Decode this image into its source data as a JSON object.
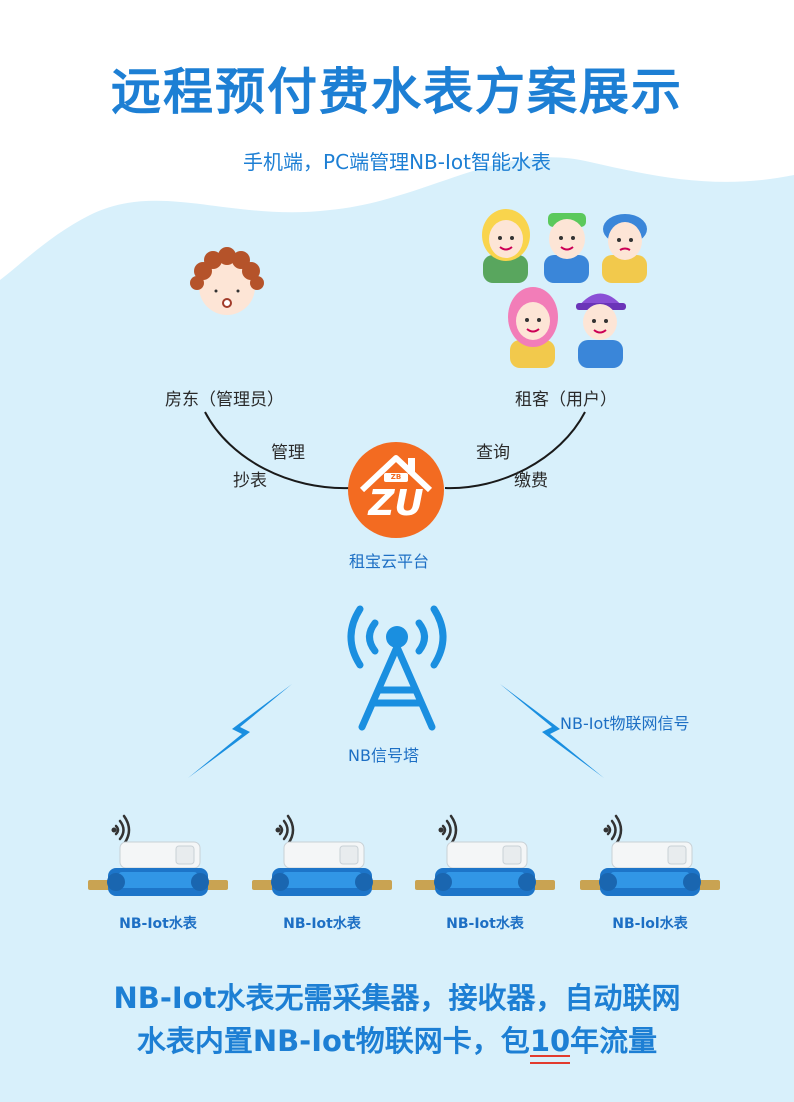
{
  "header": {
    "title": "远程预付费水表方案展示",
    "subtitle": "手机端，PC端管理NB-Iot智能水表"
  },
  "roles": {
    "landlord": "房东（管理员）",
    "tenant": "租客（用户）",
    "landlord_actions": [
      "管理",
      "抄表"
    ],
    "tenant_actions": [
      "查询",
      "缴费"
    ]
  },
  "platform": {
    "name": "租宝云平台",
    "logo_text": "ZU",
    "logo_small": "ZB"
  },
  "tower": {
    "label": "NB信号塔",
    "signal_label": "NB-Iot物联网信号"
  },
  "meters": [
    {
      "label": "NB-Iot水表"
    },
    {
      "label": "NB-Iot水表"
    },
    {
      "label": "NB-Iot水表"
    },
    {
      "label": "NB-lol水表"
    }
  ],
  "footer": {
    "line1": "NB-Iot水表无需采集器，接收器，自动联网",
    "line2_pre": "水表内置NB-Iot物联网卡，包",
    "line2_num": "10",
    "line2_post": "年流量"
  },
  "colors": {
    "primary_blue": "#1d7fd4",
    "sky_blue": "#d8f0fb",
    "logo_orange": "#f36b21",
    "underline_red": "#e23b2e"
  }
}
